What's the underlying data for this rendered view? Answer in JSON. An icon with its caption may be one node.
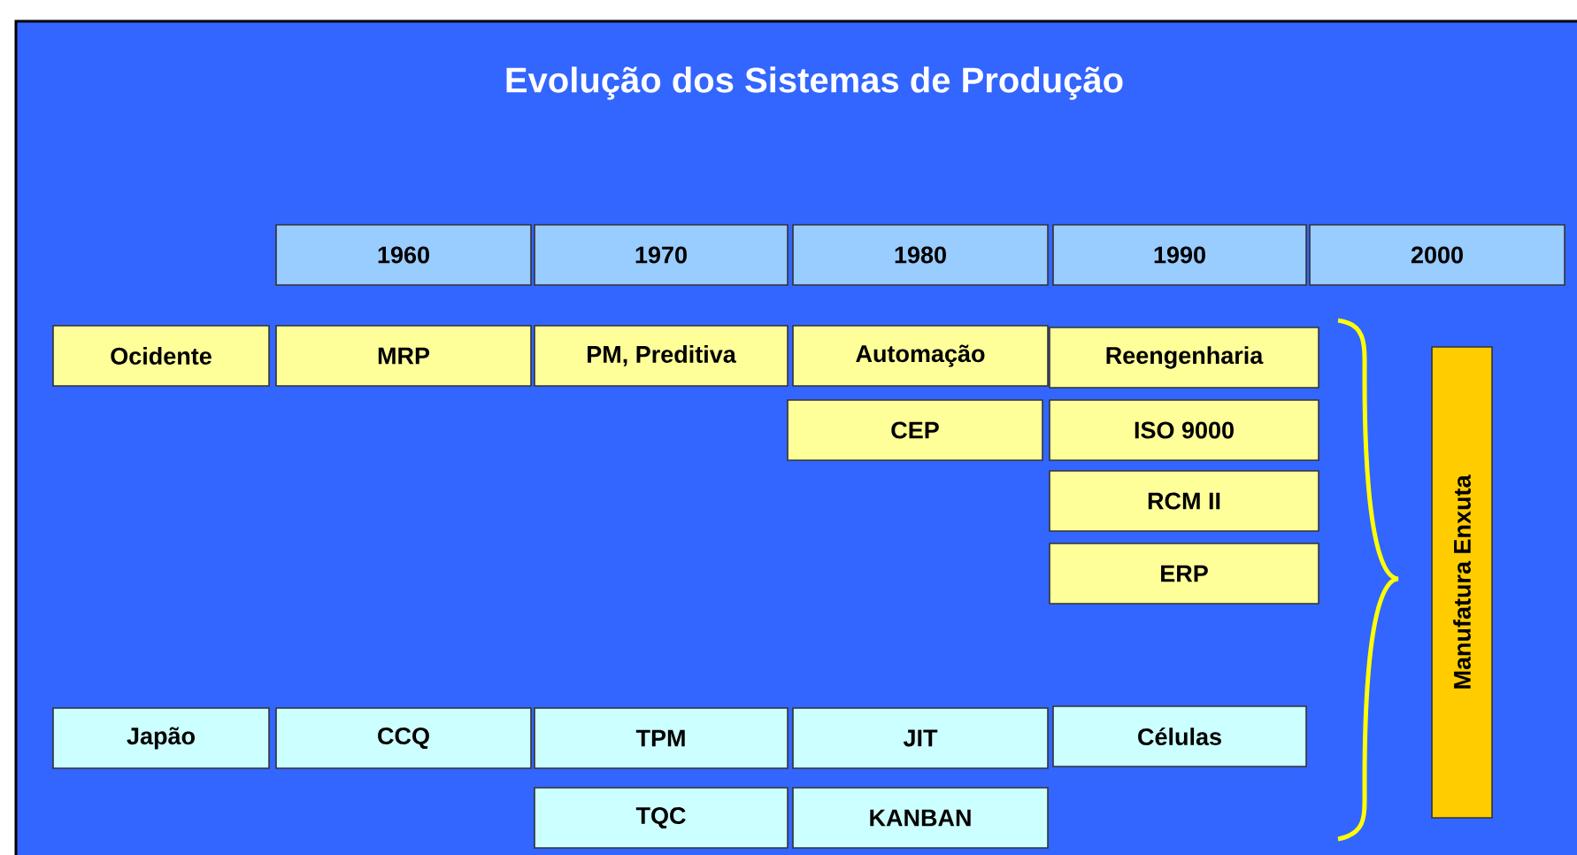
{
  "diagram": {
    "title": "Evolução dos Sistemas de Produção",
    "nodes": [
      {
        "text": [
          "1960"
        ]
      },
      {
        "text": [
          "1970"
        ]
      },
      {
        "text": [
          "1980"
        ]
      },
      {
        "text": [
          "1990"
        ]
      },
      {
        "text": [
          "2000"
        ]
      },
      {
        "text": [
          "Ocidente"
        ]
      },
      {
        "text": [
          "MRP"
        ]
      },
      {
        "text": [
          "PM, Preditiva"
        ]
      },
      {
        "text": [
          "Automação"
        ]
      },
      {
        "text": [
          "Reengenharia"
        ]
      },
      {
        "text": [
          "CEP"
        ]
      },
      {
        "text": [
          "ISO 9000"
        ]
      },
      {
        "text": [
          "RCM II"
        ]
      },
      {
        "text": [
          "ERP"
        ]
      },
      {
        "text": [
          "Japão"
        ]
      },
      {
        "text": [
          "CCQ"
        ]
      },
      {
        "text": [
          "TPM"
        ]
      },
      {
        "text": [
          "JIT"
        ]
      },
      {
        "text": [
          "Células"
        ]
      },
      {
        "text": [
          "TQC"
        ]
      },
      {
        "text": [
          "KANBAN"
        ]
      },
      {
        "text": [
          "Manufatura Enxuta"
        ]
      }
    ]
  }
}
